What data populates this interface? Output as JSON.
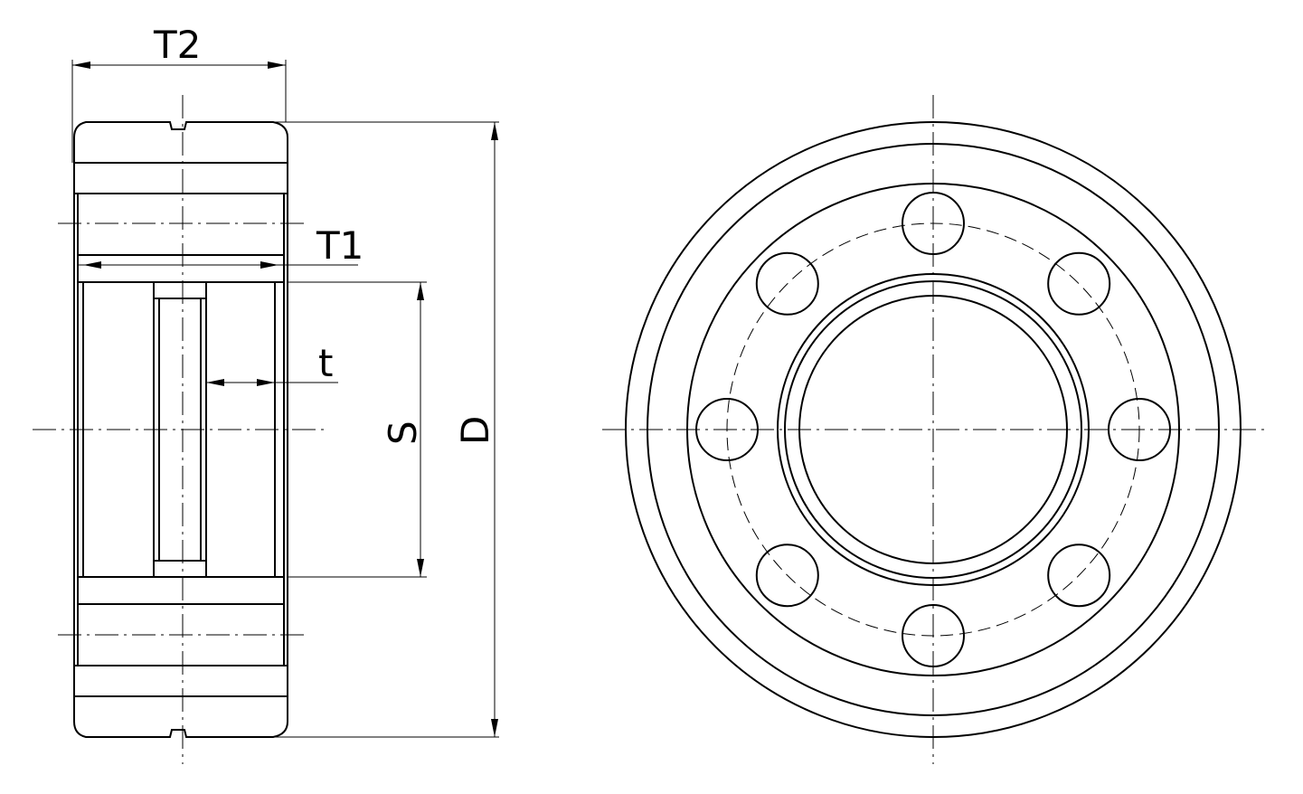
{
  "labels": {
    "t2": "T2",
    "t1": "T1",
    "t": "t",
    "s": "S",
    "d": "D"
  },
  "colors": {
    "line": "#000000",
    "background": "#ffffff"
  },
  "front_view": {
    "bolt_hole_count": 8
  }
}
